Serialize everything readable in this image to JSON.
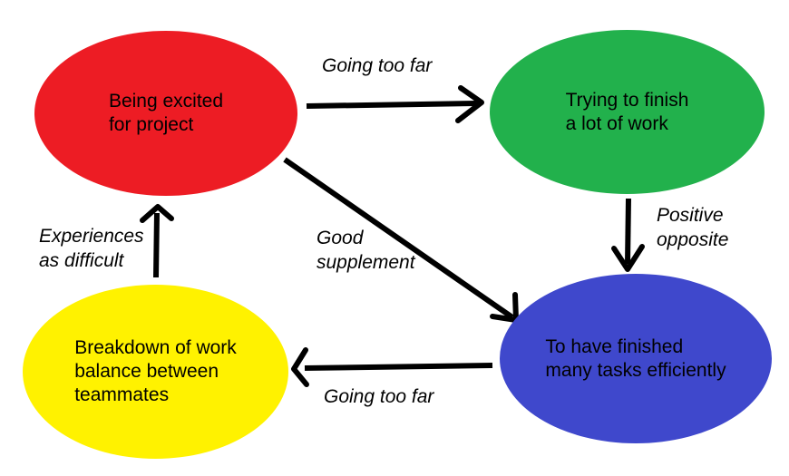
{
  "diagram": {
    "background_color": "#ffffff",
    "arrow_color": "#000000",
    "text_color": "#000000",
    "nodes": [
      {
        "id": "being-excited",
        "text": "Being excited\nfor project",
        "color": "#ED1C24",
        "color_name": "red"
      },
      {
        "id": "trying-to-finish",
        "text": "Trying to finish\na lot of work",
        "color": "#22B14C",
        "color_name": "green"
      },
      {
        "id": "breakdown-of-work",
        "text": "Breakdown of work\nbalance between\nteammates",
        "color": "#FFF200",
        "color_name": "yellow"
      },
      {
        "id": "finished-tasks",
        "text": "To have finished\nmany tasks efficiently",
        "color": "#3F48CC",
        "color_name": "blue"
      }
    ],
    "edges": [
      {
        "from": "being-excited",
        "to": "trying-to-finish",
        "label": "Going too far"
      },
      {
        "from": "trying-to-finish",
        "to": "finished-tasks",
        "label": "Positive\nopposite"
      },
      {
        "from": "being-excited",
        "to": "finished-tasks",
        "label": "Good\nsupplement"
      },
      {
        "from": "finished-tasks",
        "to": "breakdown-of-work",
        "label": "Going too far"
      },
      {
        "from": "breakdown-of-work",
        "to": "being-excited",
        "label": "Experiences\nas difficult"
      }
    ]
  }
}
